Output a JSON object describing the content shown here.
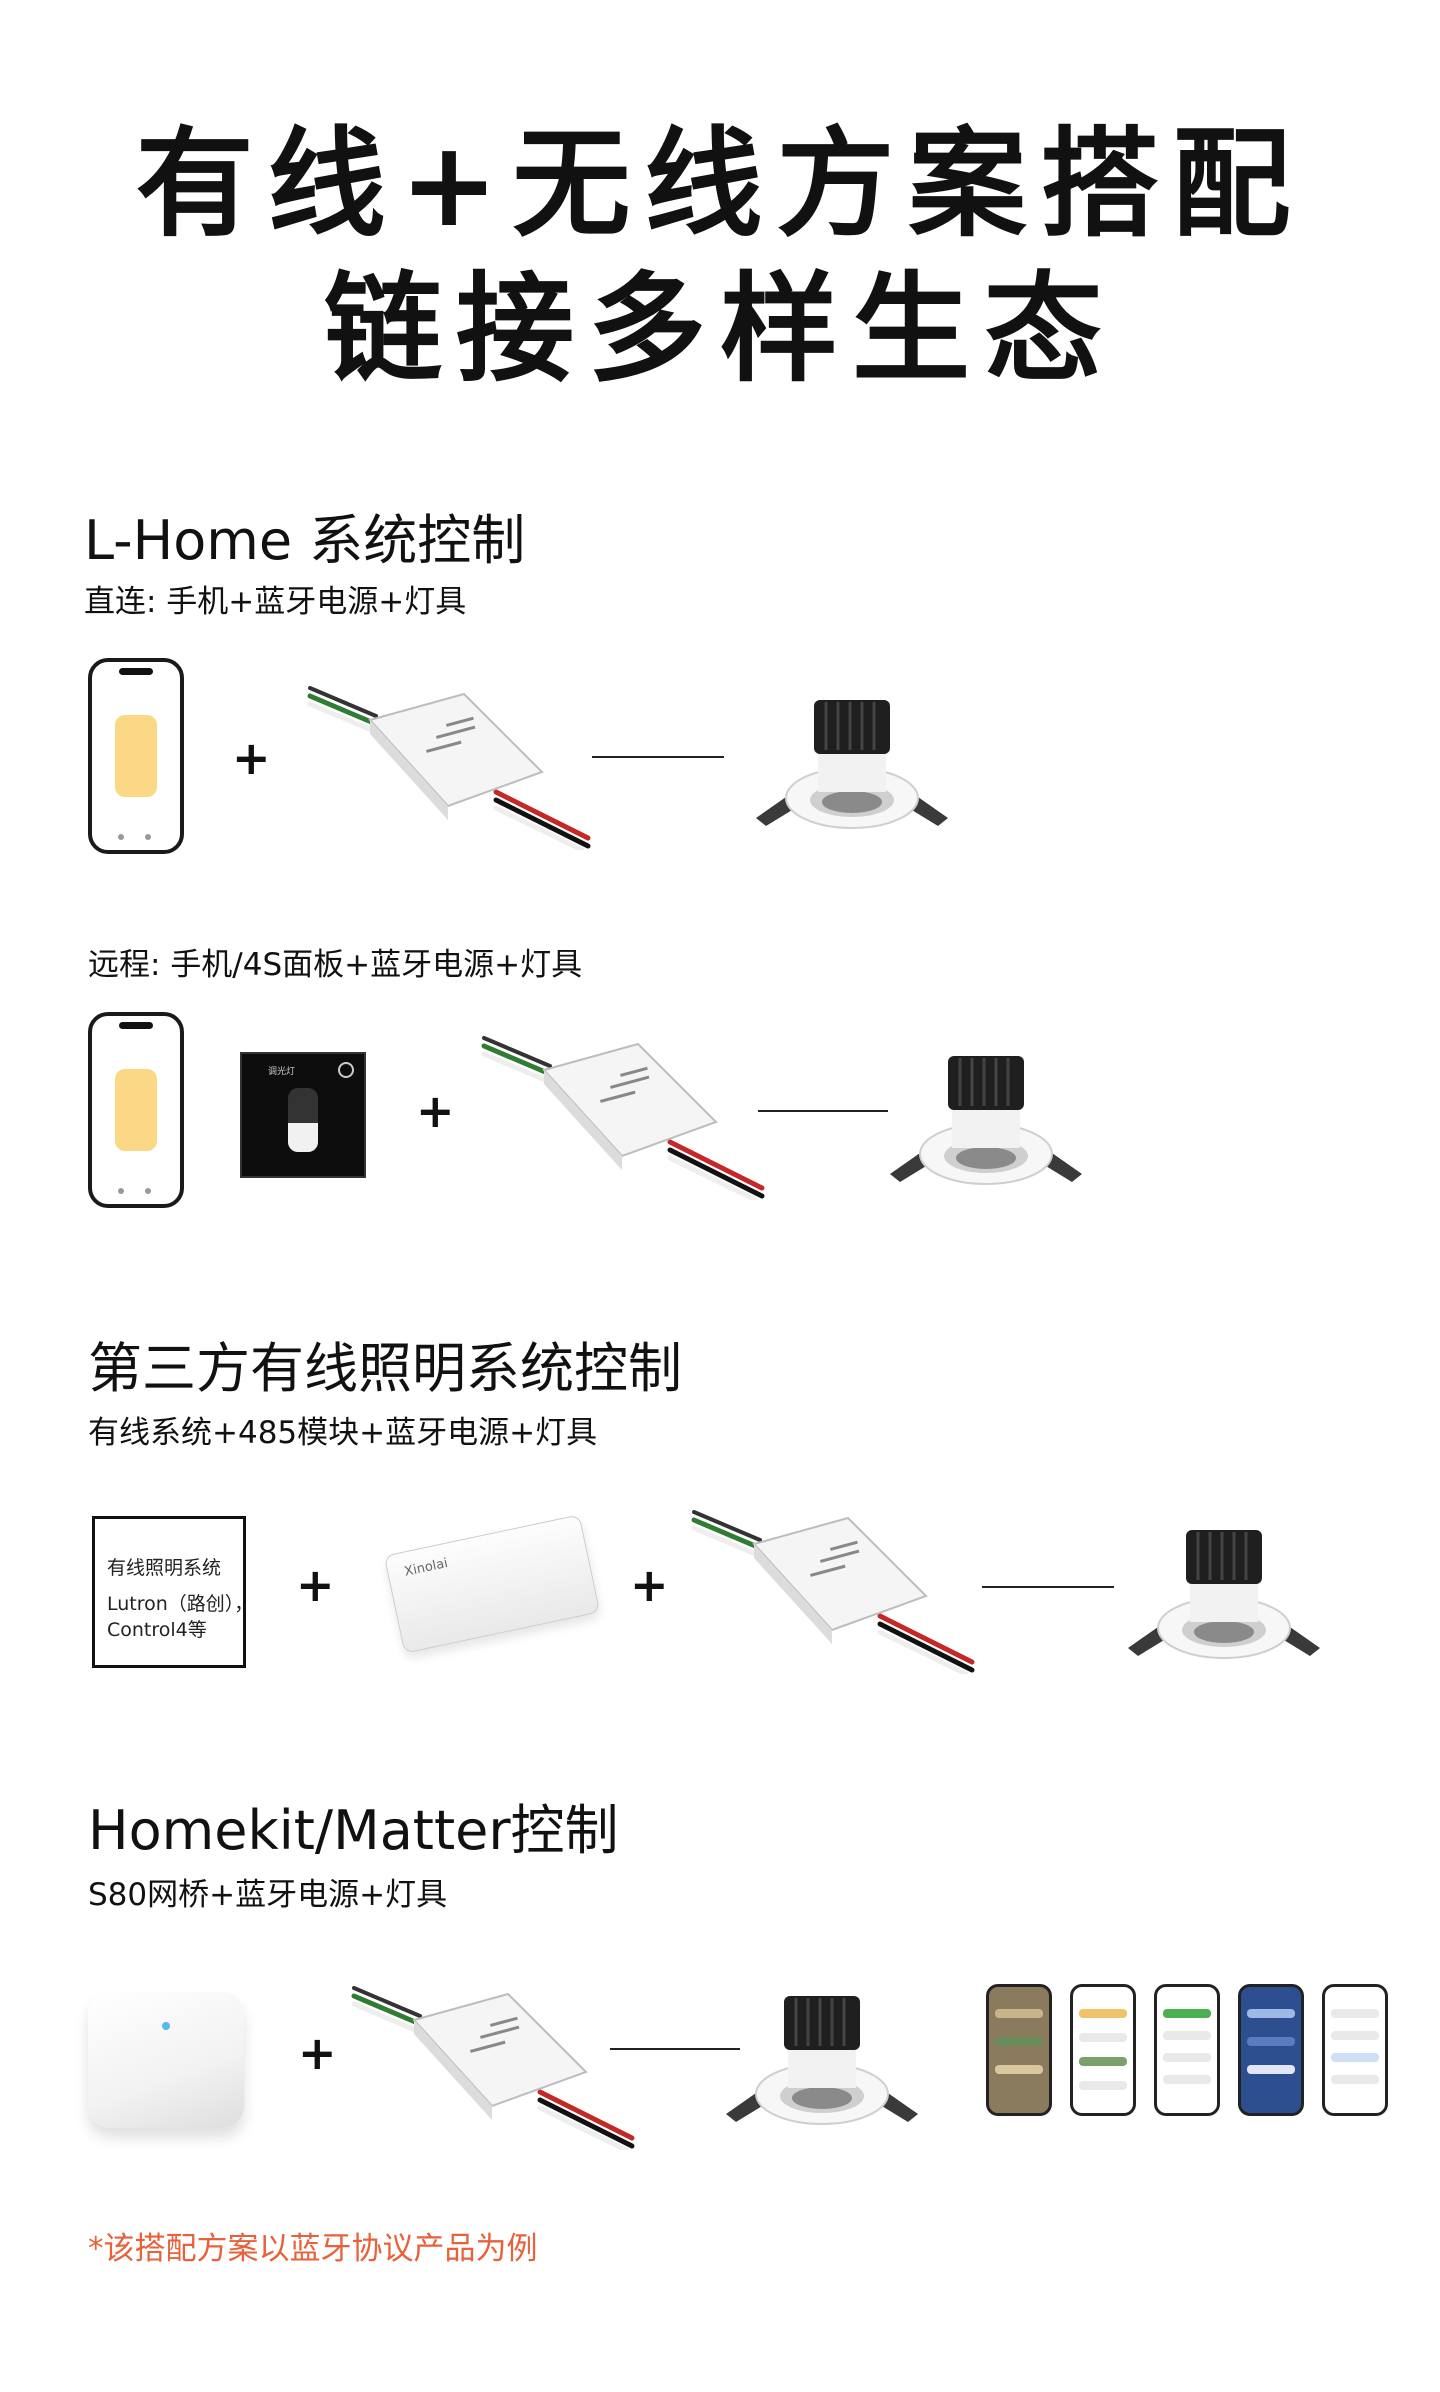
{
  "page": {
    "title_line1": "有线+无线方案搭配",
    "title_line2": "链接多样生态"
  },
  "section_lhome": {
    "heading": "L-Home 系统控制",
    "direct_label": "直连: 手机+蓝牙电源+灯具",
    "remote_label": "远程: 手机/4S面板+蓝牙电源+灯具",
    "panel_text": "调光灯"
  },
  "section_wired": {
    "heading": "第三方有线照明系统控制",
    "subheading": "有线系统+485模块+蓝牙电源+灯具",
    "box_line1": "有线照明系统",
    "box_line2": "Lutron（路创），",
    "box_line3": "Control4等",
    "module_brand": "Xinolai"
  },
  "section_homekit": {
    "heading": "Homekit/Matter控制",
    "subheading": "S80网桥+蓝牙电源+灯具"
  },
  "symbols": {
    "plus": "+"
  },
  "footnote": "*该搭配方案以蓝牙协议产品为例",
  "colors": {
    "accent": "#e8613a",
    "warm_light": "#fbd886"
  }
}
